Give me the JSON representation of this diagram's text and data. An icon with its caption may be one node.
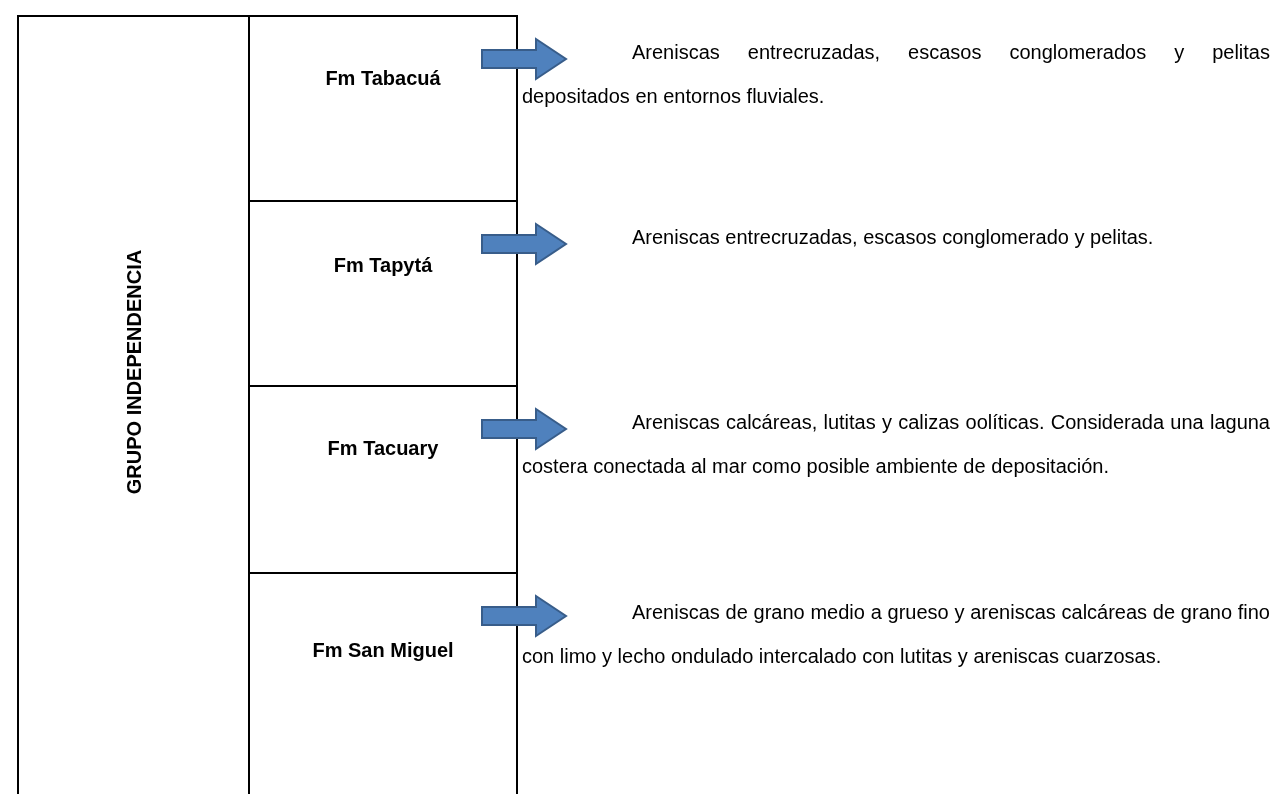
{
  "diagram": {
    "nodes": [
      {
        "text": [
          "GRUPO INDEPENDENCIA"
        ]
      },
      {
        "text": [
          "Fm Tabacuá"
        ]
      },
      {
        "text": [
          "Fm Tapytá"
        ]
      },
      {
        "text": [
          "Fm Tacuary"
        ]
      },
      {
        "text": [
          "Fm San Miguel"
        ]
      },
      {
        "text": [
          "Areniscas entrecruzadas, escasos conglomerados y pelitas depositados en entornos fluviales."
        ]
      },
      {
        "text": [
          "Areniscas entrecruzadas, escasos conglomerado y pelitas."
        ]
      },
      {
        "text": [
          "Areniscas calcáreas, lutitas y calizas oolíticas. Considerada una laguna costera conectada al mar como posible ambiente de depositación."
        ]
      },
      {
        "text": [
          "Areniscas de grano medio a grueso y areniscas calcáreas de grano fino con limo y lecho ondulado intercalado con lutitas y areniscas cuarzosas."
        ]
      }
    ],
    "edges": [
      {
        "from": 1,
        "to": 5,
        "arrow": "to"
      },
      {
        "from": 2,
        "to": 6,
        "arrow": "to"
      },
      {
        "from": 3,
        "to": 7,
        "arrow": "to"
      },
      {
        "from": 4,
        "to": 8,
        "arrow": "to"
      }
    ]
  }
}
